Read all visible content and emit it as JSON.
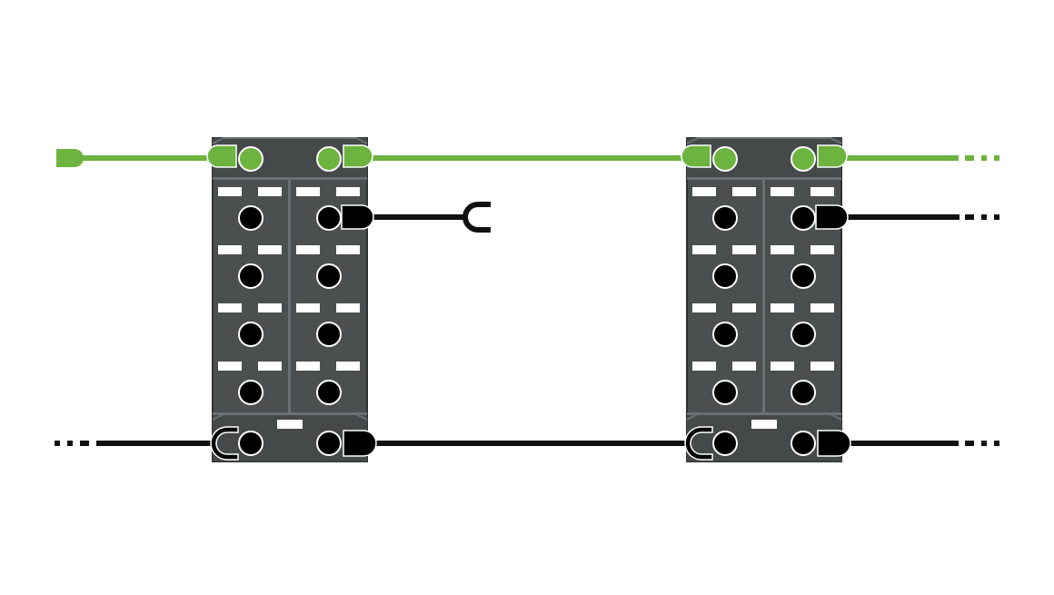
{
  "diagram": {
    "type": "io-module-daisy-chain",
    "modules": [
      {
        "id": "module-1",
        "ports_per_column": 4,
        "columns": 2
      },
      {
        "id": "module-2",
        "ports_per_column": 4,
        "columns": 2
      }
    ],
    "lines": [
      {
        "id": "network-line",
        "kind": "fieldbus",
        "color": "#6db33f",
        "continues_right": true,
        "starts_with_plug": true
      },
      {
        "id": "io-cable",
        "kind": "sensor-cable",
        "color": "#111111",
        "from": "module-1-port-1-right",
        "terminated_with_socket": true
      },
      {
        "id": "io-cable-2",
        "kind": "sensor-cable",
        "color": "#111111",
        "from": "module-2-port-1-right",
        "continues_right": true
      },
      {
        "id": "power-line",
        "kind": "power",
        "color": "#111111",
        "continues_left": true,
        "continues_right": true
      }
    ],
    "colors": {
      "module_body": "#4b4f50",
      "module_edge": "#2f3233",
      "label_plate": "#ffffff",
      "network": "#6db33f",
      "power": "#111111"
    }
  }
}
